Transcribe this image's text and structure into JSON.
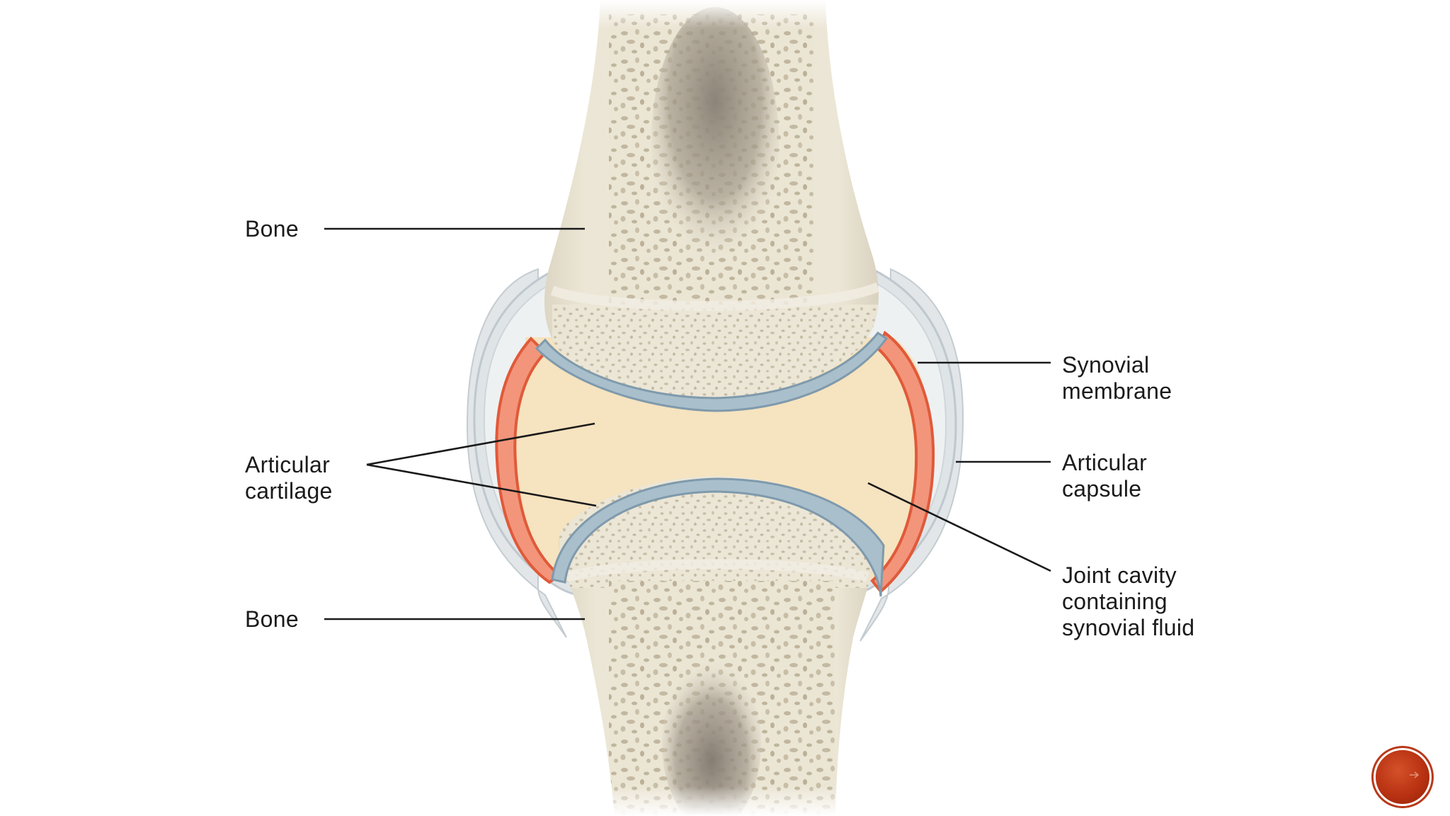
{
  "labels": {
    "bone_top": "Bone",
    "articular_cartilage_1": "Articular",
    "articular_cartilage_2": "cartilage",
    "bone_bottom": "Bone",
    "synovial_membrane_1": "Synovial",
    "synovial_membrane_2": "membrane",
    "articular_capsule_1": "Articular",
    "articular_capsule_2": "capsule",
    "joint_cavity_1": "Joint cavity",
    "joint_cavity_2": "containing",
    "joint_cavity_3": "synovial fluid"
  },
  "colors": {
    "bone": "#ece6d6",
    "spongy_bone": "#c9bfa6",
    "marrow": "#8f877a",
    "cartilage": "#9fb7c6",
    "synovial_membrane": "#e86f4f",
    "synovial_fluid": "#f6e3bf",
    "capsule": "#d6dcdf",
    "nav_button": "#b93212"
  },
  "nav": {
    "icon": "arrow-right-icon"
  }
}
